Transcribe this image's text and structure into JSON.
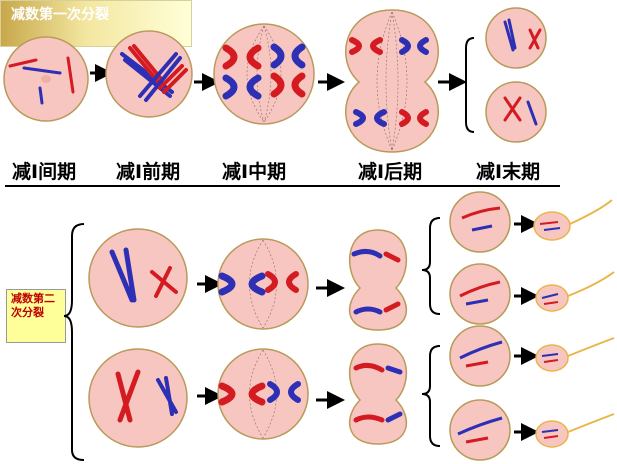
{
  "title": "减数第一次分裂",
  "second_division_label": "减数第二次分裂",
  "stages": [
    "减I间期",
    "减I前期",
    "减I中期",
    "减I后期",
    "减I末期"
  ],
  "colors": {
    "cell_fill": "#f8c6c0",
    "cell_stroke": "#b99a5a",
    "chrom_red": "#d41b22",
    "chrom_blue": "#2d2fb5",
    "tail": "#e8b64a"
  }
}
